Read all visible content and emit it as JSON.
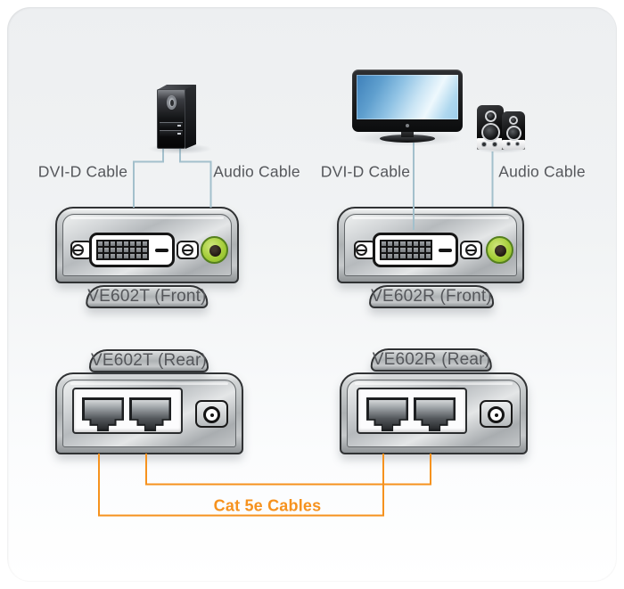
{
  "colors": {
    "cable-blue": "#a3c0cc",
    "cable-orange": "#f6921e",
    "label-gray": "#55575b",
    "audio-green": "#a6ce39",
    "screen-blue": "#4f8fc4"
  },
  "illustrations": {
    "computer": "computer-tower",
    "display": "lcd-monitor",
    "audio_output": "stereo-speakers"
  },
  "transmitter": {
    "dvi_cable_label": "DVI-D Cable",
    "audio_cable_label": "Audio Cable",
    "front_label": "VE602T (Front)",
    "rear_label": "VE602T (Rear)"
  },
  "receiver": {
    "dvi_cable_label": "DVI-D Cable",
    "audio_cable_label": "Audio Cable",
    "front_label": "VE602R (Front)",
    "rear_label": "VE602R (Rear)"
  },
  "interconnect": {
    "cat5e_label": "Cat 5e Cables"
  }
}
